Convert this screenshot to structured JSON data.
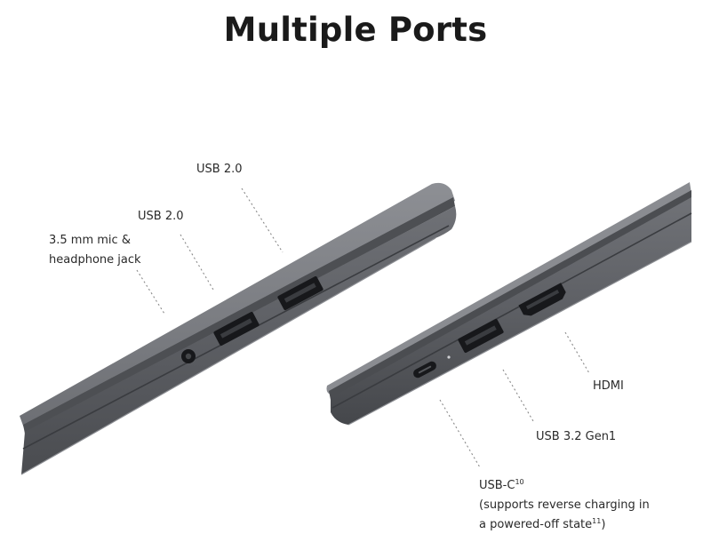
{
  "heading": "Multiple Ports",
  "ports": {
    "usb_top": "USB 2.0",
    "usb_mid": "USB 2.0",
    "jack_line1": "3.5 mm mic &",
    "jack_line2": "headphone jack",
    "hdmi": "HDMI",
    "usb32": "USB 3.2 Gen1",
    "usbc_name": "USB-C",
    "usbc_ref": "10",
    "usbc_line2": "(supports reverse charging in",
    "usbc_line3": "a powered-off state",
    "usbc_line3_ref": "11"
  },
  "colors": {
    "laptop_body": "#5f6166",
    "laptop_edge": "#3f4145",
    "port_fill": "#16171a",
    "leader_line": "#8a8a8a"
  }
}
